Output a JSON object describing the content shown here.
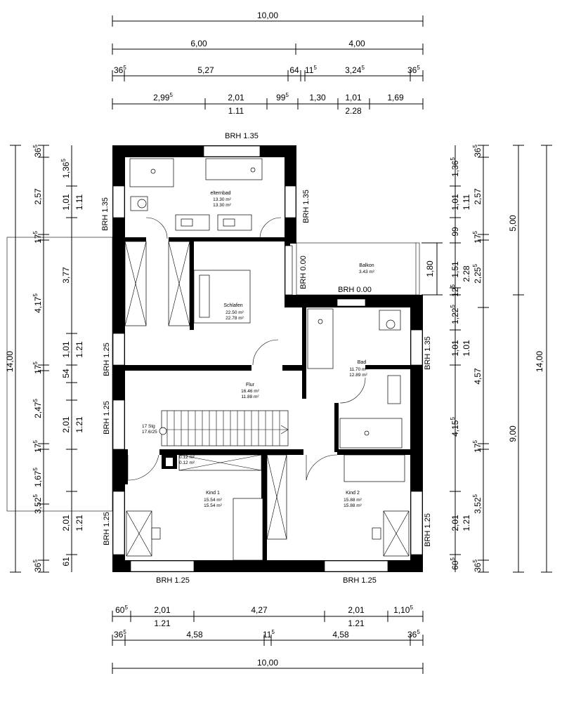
{
  "top_dims": {
    "row1": [
      "10,00"
    ],
    "row2": [
      "6,00",
      "4,00"
    ],
    "row3": [
      {
        "main": "36",
        "sup": "5"
      },
      {
        "main": "5,27",
        "sup": ""
      },
      {
        "main": "64",
        "sup": ""
      },
      {
        "main": "11",
        "sup": "5"
      },
      {
        "main": "3,24",
        "sup": "5"
      },
      {
        "main": "36",
        "sup": "5"
      }
    ],
    "row4": [
      {
        "main": "2,99",
        "sup": "5"
      },
      {
        "main": "2,01",
        "sup": ""
      },
      {
        "main": "99",
        "sup": "5"
      },
      {
        "main": "1,30",
        "sup": ""
      },
      {
        "main": "1,01",
        "sup": ""
      },
      {
        "main": "1,69",
        "sup": ""
      }
    ],
    "row4_sub": [
      "1.11",
      "2.28"
    ]
  },
  "bottom_dims": {
    "row1": [
      {
        "main": "60",
        "sup": "5"
      },
      {
        "main": "2,01",
        "sup": ""
      },
      {
        "main": "4,27",
        "sup": ""
      },
      {
        "main": "2,01",
        "sup": ""
      },
      {
        "main": "1,10",
        "sup": "5"
      }
    ],
    "row1_sub": [
      "1.21",
      "1.21"
    ],
    "row2": [
      {
        "main": "36",
        "sup": "5"
      },
      {
        "main": "4,58",
        "sup": ""
      },
      {
        "main": "11",
        "sup": "5"
      },
      {
        "main": "4,58",
        "sup": ""
      },
      {
        "main": "36",
        "sup": "5"
      }
    ],
    "row3": [
      "10,00"
    ]
  },
  "left_dims": {
    "outer": "14,00",
    "mid": [
      {
        "main": "36",
        "sup": "5"
      },
      {
        "main": "2,57",
        "sup": ""
      },
      {
        "main": "17",
        "sup": "5"
      },
      {
        "main": "4,17",
        "sup": "5"
      },
      {
        "main": "17",
        "sup": "5"
      },
      {
        "main": "2,47",
        "sup": "5"
      },
      {
        "main": "17",
        "sup": "5"
      },
      {
        "main": "1,67",
        "sup": "5"
      },
      {
        "main": "3,52",
        "sup": "5"
      },
      {
        "main": "36",
        "sup": "5"
      }
    ],
    "inner": [
      {
        "main": "1,36",
        "sup": "5"
      },
      {
        "main": "1,01",
        "sup": ""
      },
      {
        "main": "3,77",
        "sup": ""
      },
      {
        "main": "1,01",
        "sup": ""
      },
      {
        "main": "54",
        "sup": ""
      },
      {
        "main": "2,01",
        "sup": ""
      },
      {
        "main": "2,01",
        "sup": ""
      },
      {
        "main": "61",
        "sup": ""
      }
    ],
    "inner_sub": [
      "1.11",
      "1.21",
      "1.21",
      "1.21"
    ]
  },
  "right_dims": {
    "inner": [
      {
        "main": "1,36",
        "sup": "5"
      },
      {
        "main": "1,01",
        "sup": ""
      },
      {
        "main": "99",
        "sup": ""
      },
      {
        "main": "1,51",
        "sup": ""
      },
      {
        "main": "12",
        "sup": "5"
      },
      {
        "main": "1,22",
        "sup": "5"
      },
      {
        "main": "1,01",
        "sup": ""
      },
      {
        "main": "4,15",
        "sup": "5"
      },
      {
        "main": "2,01",
        "sup": ""
      },
      {
        "main": "60",
        "sup": "5"
      }
    ],
    "inner_sub": [
      "1.11",
      "1.01",
      "1.21"
    ],
    "mid": [
      {
        "main": "36",
        "sup": "5"
      },
      {
        "main": "2,57",
        "sup": ""
      },
      {
        "main": "17",
        "sup": "5"
      },
      {
        "main": "2,25",
        "sup": "5"
      },
      {
        "main": "4,57",
        "sup": ""
      },
      {
        "main": "17",
        "sup": "5"
      },
      {
        "main": "3,52",
        "sup": "5"
      },
      {
        "main": "36",
        "sup": "5"
      }
    ],
    "mid_sub": [
      "2.28"
    ],
    "balcony": "1,80",
    "outer_a": "5,00",
    "outer_b": "9,00",
    "outer_c": "14,00"
  },
  "brh_labels": {
    "top": "BRH 1.35",
    "eltern_left": "BRH 1.35",
    "eltern_right": "BRH 1.35",
    "balkon_left": "BRH 0.00",
    "balkon_bottom": "BRH 0.00",
    "bad_right": "BRH 1.35",
    "schlafen_left": "BRH 1.25",
    "flur_left": "BRH 1.25",
    "kind1_left": "BRH 1.25",
    "kind2_right": "BRH 1.25",
    "bottom_left": "BRH 1.25",
    "bottom_right": "BRH 1.25"
  },
  "rooms": {
    "elternbad": {
      "name": "elternbad",
      "a1": "13.30 m²",
      "a2": "13.30 m²"
    },
    "balkon": {
      "name": "Balkon",
      "a1": "3.43 m²"
    },
    "schlafen": {
      "name": "Schlafen",
      "a1": "22.50 m²",
      "a2": "22.78 m²"
    },
    "bad": {
      "name": "Bad",
      "a1": "11.70 m²",
      "a2": "12.89 m²"
    },
    "flur": {
      "name": "Flur",
      "a1": "16.46 m²",
      "a2": "11.88 m²"
    },
    "kind1": {
      "name": "Kind 1",
      "a1": "15.54 m²",
      "a2": "15.54 m²"
    },
    "kind2": {
      "name": "Kind 2",
      "a1": "15.88 m²",
      "a2": "15.88 m²"
    },
    "abstell": {
      "a1": "0.12 m²",
      "a2": "0.12 m²"
    }
  },
  "stairs": {
    "steps": "17 Stg",
    "ratio": "17.6/25"
  }
}
